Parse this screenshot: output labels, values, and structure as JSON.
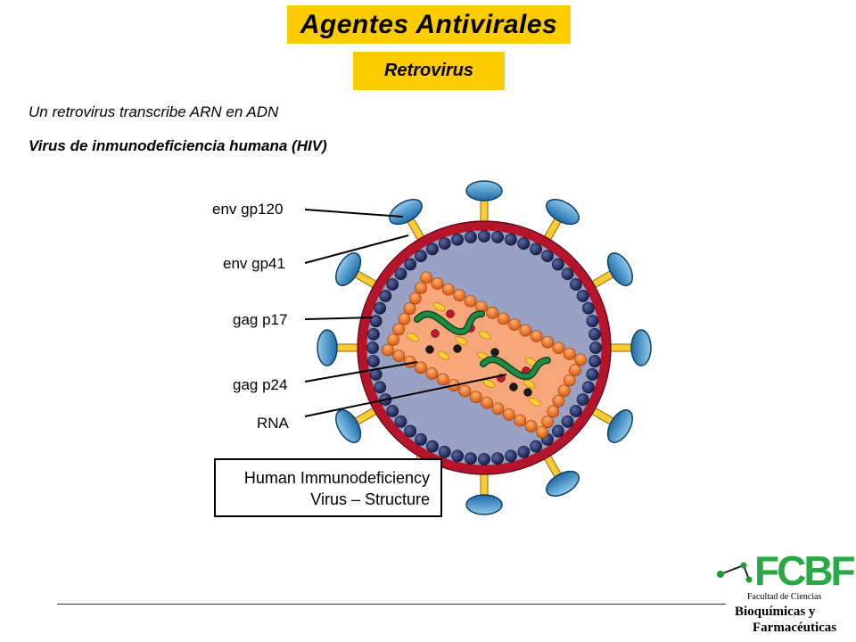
{
  "header": {
    "title": "Agentes Antivirales",
    "subtitle": "Retrovirus"
  },
  "intro": {
    "line1": "Un retrovirus transcribe ARN en ADN",
    "line2": "Virus de inmunodeficiencia humana (HIV)"
  },
  "diagram": {
    "labels": {
      "env_gp120": "env gp120",
      "env_gp41": "env gp41",
      "gag_p17": "gag p17",
      "gag_p24": "gag p24",
      "rna": "RNA"
    },
    "caption_line1": "Human Immunodeficiency",
    "caption_line2": "Virus – Structure",
    "colors": {
      "envelope": "#b5142b",
      "interior": "#9aa2c4",
      "matrix": "#1f2a5e",
      "capsid_fill": "#f7a779",
      "capsid_beads": "#f07a1f",
      "spike_head": "#3a8fc8",
      "spike_stem": "#ffcc33",
      "rna": "#1a7a3a"
    }
  },
  "logo": {
    "letters": "FCBF",
    "line1": "Facultad de Ciencias",
    "line2": "Bioquímicas y",
    "line3": "Farmacéuticas"
  }
}
